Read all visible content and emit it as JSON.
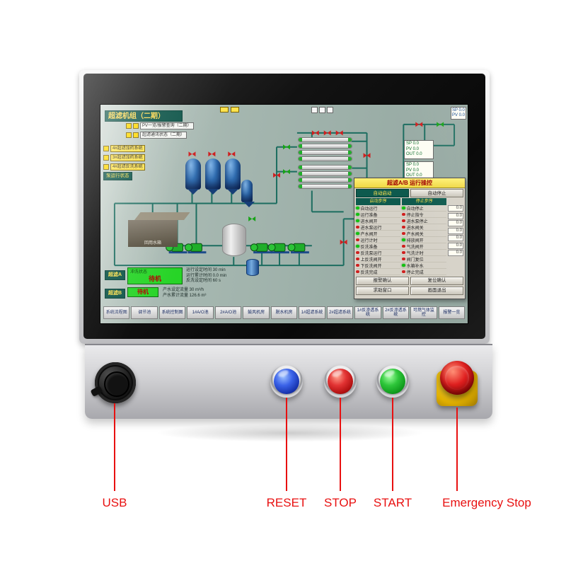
{
  "device": {
    "callouts": {
      "usb": "USB",
      "reset": "RESET",
      "stop": "STOP",
      "start": "START",
      "estop": "Emergency Stop"
    },
    "callout_color": "#e81010",
    "button_colors": {
      "reset": "#1733ad",
      "stop": "#b01010",
      "start": "#0f9a1c",
      "estop": "#e02020"
    }
  },
  "screen": {
    "title": "超滤机组（二期）",
    "left_buttons_a": [
      "PV一览/报警查询（二期）",
      "超滤通讯状态（二期）"
    ],
    "left_buttons_b": [
      "4#超滤加药系统",
      "3#超滤加药系统",
      "4#超滤反洗系统"
    ],
    "status_chip": "泵运行状态",
    "corner_rows": [
      "SP 0.0",
      "PV 0.0"
    ],
    "inst_rows": [
      "SP 0.0",
      "PV 0.0",
      "OUT 0.0"
    ],
    "tank_label": "回用水箱",
    "uf_a": "超滤A",
    "uf_b": "超滤B",
    "wash_a": {
      "title": "冲洗状态",
      "value": "待机"
    },
    "wash_b": {
      "value": "待机"
    },
    "uf_a_lines": [
      "运行设定时间 30 min",
      "运行累计时间 0.0 min",
      "反洗设定时间 60 s"
    ],
    "uf_b_lines": [
      "产水设定流量 30 m³/h",
      "产水累计流量 126.6 m³"
    ],
    "window": {
      "title": "超滤A/B 运行操控",
      "top_buttons": [
        "自动启动",
        "自动停止"
      ],
      "left_header": "启动步序",
      "right_header": "停止步序",
      "left_rows": [
        {
          "label": "自动运行",
          "on": true
        },
        {
          "label": "运行准备",
          "on": true
        },
        {
          "label": "进水阀开",
          "on": true
        },
        {
          "label": "进水泵运行",
          "on": false
        },
        {
          "label": "产水阀开",
          "on": true
        },
        {
          "label": "运行计时",
          "on": false
        },
        {
          "label": "反洗准备",
          "on": true
        },
        {
          "label": "反洗泵运行",
          "on": false
        },
        {
          "label": "上反洗阀开",
          "on": false
        },
        {
          "label": "下反洗阀开",
          "on": false
        },
        {
          "label": "反洗完成",
          "on": false
        }
      ],
      "right_rows": [
        {
          "label": "自动停止",
          "on": true
        },
        {
          "label": "停止指令",
          "on": false
        },
        {
          "label": "进水泵停止",
          "on": false
        },
        {
          "label": "进水阀关",
          "on": false
        },
        {
          "label": "产水阀关",
          "on": false
        },
        {
          "label": "排放阀开",
          "on": true
        },
        {
          "label": "气洗阀开",
          "on": false
        },
        {
          "label": "气洗计时",
          "on": false
        },
        {
          "label": "阀门复位",
          "on": false
        },
        {
          "label": "水箱补水",
          "on": true
        },
        {
          "label": "停止完成",
          "on": false
        }
      ],
      "readouts": [
        "0.0",
        "0.0",
        "0.0",
        "0.0",
        "0.0",
        "0.0",
        "0.0"
      ],
      "foot_buttons": [
        "报警确认",
        "复位确认",
        "求助窗口",
        "画面退出"
      ]
    },
    "tabs": [
      "系统流程图",
      "调节池",
      "系统控制图",
      "1#A/O池",
      "2#A/O池",
      "鼓风机房",
      "脱水机房",
      "1#超滤系统",
      "2#超滤系统",
      "1#反渗透系统",
      "2#反渗透系统",
      "可燃气体监控",
      "报警一览"
    ]
  }
}
